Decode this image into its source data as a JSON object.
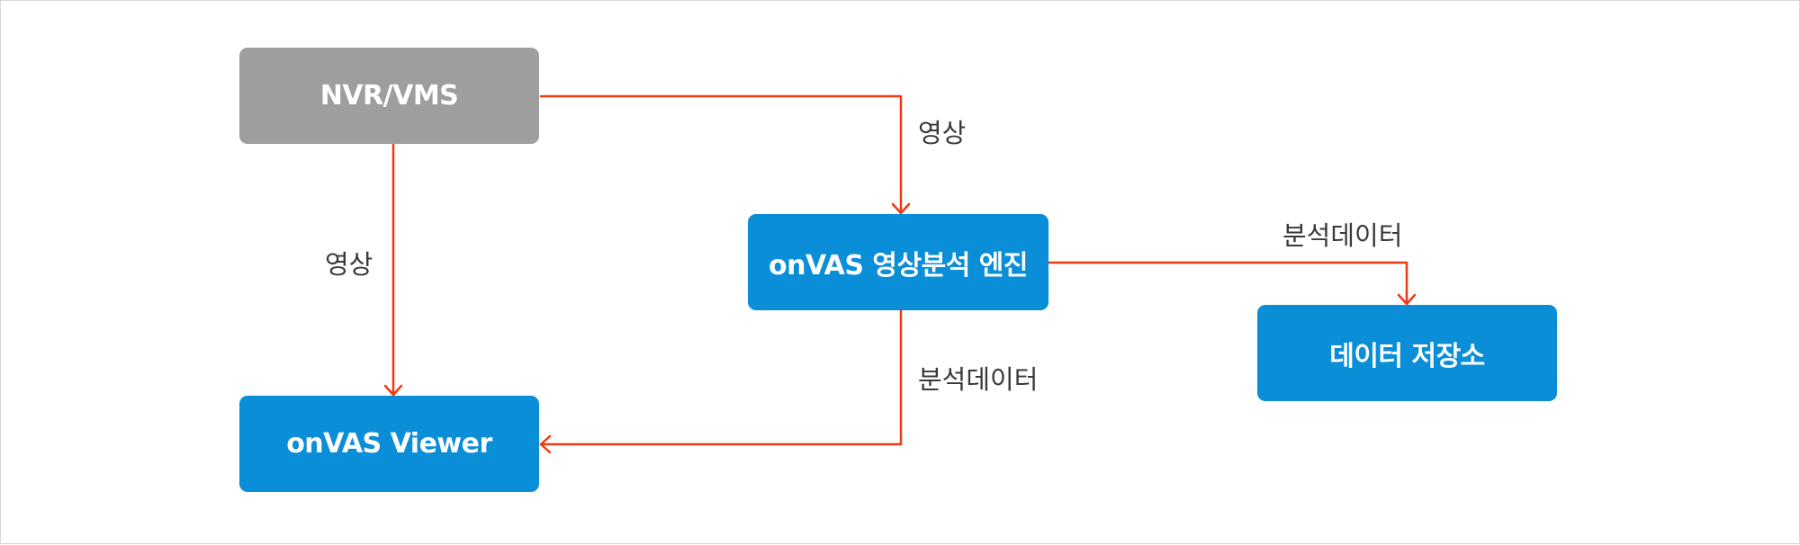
{
  "nodes": {
    "nvr": {
      "label": "NVR/VMS"
    },
    "engine": {
      "label": "onVAS 영상분석 엔진"
    },
    "viewer": {
      "label": "onVAS Viewer"
    },
    "storage": {
      "label": "데이터 저장소"
    }
  },
  "edges": {
    "nvr_to_engine": {
      "label": "영상"
    },
    "nvr_to_viewer": {
      "label": "영상"
    },
    "engine_to_storage": {
      "label": "분석데이터"
    },
    "engine_to_viewer": {
      "label": "분석데이터"
    }
  },
  "colors": {
    "connector": "#ee3a12",
    "node_gray": "#9e9e9e",
    "node_blue": "#0b8ed8"
  }
}
